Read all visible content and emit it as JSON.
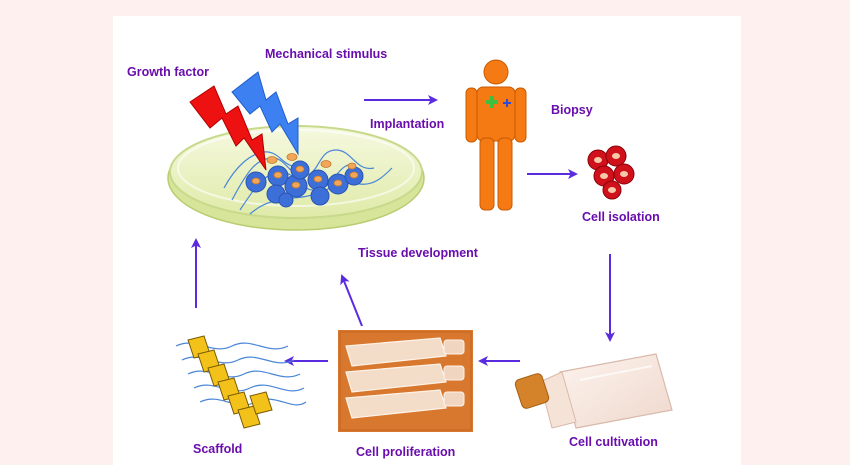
{
  "labels": {
    "growth_factor": "Growth factor",
    "mechanical_stimulus": "Mechanical stimulus",
    "implantation": "Implantation",
    "biopsy": "Biopsy",
    "cell_isolation": "Cell isolation",
    "tissue_development": "Tissue  development",
    "scaffold": "Scaffold",
    "cell_proliferation": "Cell proliferation",
    "cell_cultivation": "Cell cultivation"
  },
  "colors": {
    "label": "#6a0dad",
    "arrow": "#5b2be0",
    "background": "#fdf0ef",
    "card": "#ffffff",
    "dish_fill": "#e6efb8",
    "dish_rim": "#c7d98a",
    "cells": "#3d6fd9",
    "nuclei": "#f2a65a",
    "lightning_red": "#ee1111",
    "lightning_blue": "#3d80f2",
    "human": "#f57a14",
    "isolated_cells": "#d0101a",
    "flask_cap": "#d4832a",
    "proliferation_bg": "#d8772e",
    "scaffold_blocks": "#f3c21a"
  }
}
